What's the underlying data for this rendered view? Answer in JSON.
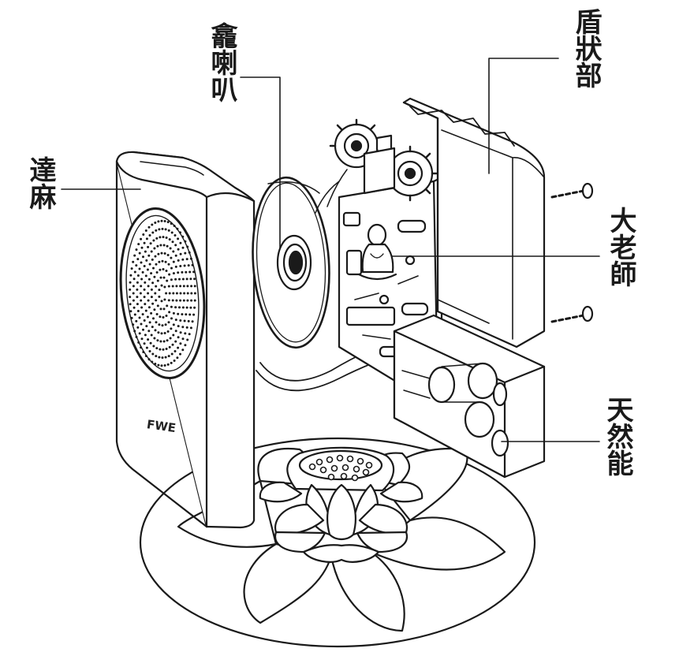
{
  "diagram": {
    "brand_mark": "FWE",
    "labels": {
      "horn": "龕喇叭",
      "shield": "盾狀部",
      "cover": "達麻",
      "teacher": "大老師",
      "power": "天然能"
    },
    "colors": {
      "ink": "#1a1a1a",
      "paper": "#ffffff",
      "shade": "#efefef"
    }
  }
}
